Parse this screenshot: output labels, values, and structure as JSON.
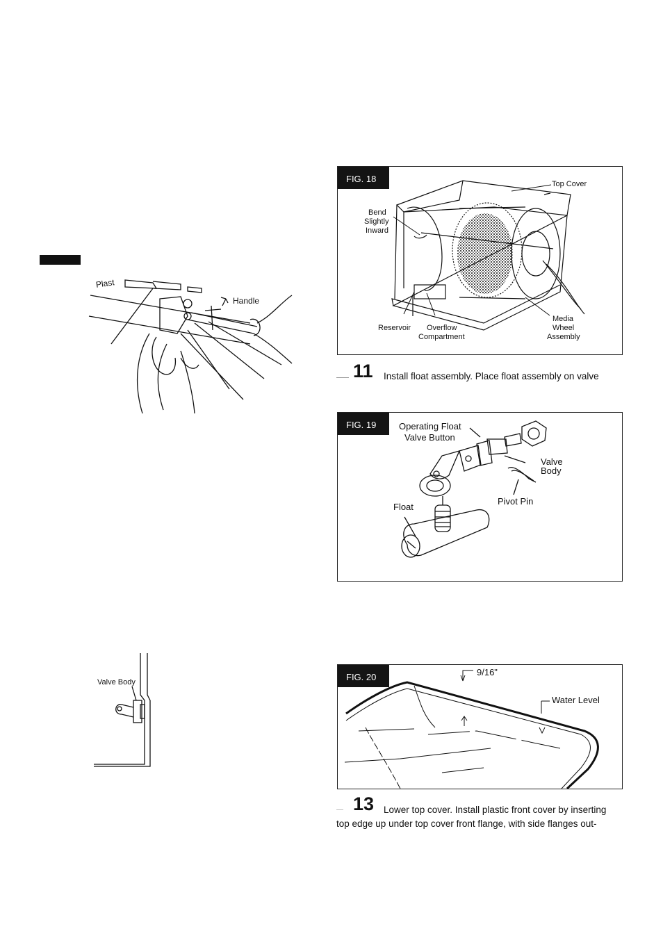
{
  "left_col": {
    "handle_label": "Handle",
    "plastic_label": "Plast",
    "valve_body_label": "Valve Body"
  },
  "fig18": {
    "tag": "FIG. 18",
    "labels": {
      "top_cover": "Top Cover",
      "bend_1": "Bend",
      "bend_2": "Slightly",
      "bend_3": "Inward",
      "reservoir": "Reservoir",
      "overflow_1": "Overflow",
      "overflow_2": "Compartment",
      "media_1": "Media",
      "media_2": "Wheel",
      "media_3": "Assembly"
    }
  },
  "step11": {
    "number": "11",
    "text": "Install float assembly. Place float assembly on valve"
  },
  "fig19": {
    "tag": "FIG. 19",
    "labels": {
      "op_1": "Operating Float",
      "op_2": "Valve Button",
      "valve_1": "Valve",
      "valve_2": "Body",
      "pivot": "Pivot Pin",
      "float": "Float"
    }
  },
  "fig20": {
    "tag": "FIG. 20",
    "labels": {
      "dimension": "9/16\"",
      "water_level": "Water Level"
    }
  },
  "step13": {
    "number": "13",
    "line1": "Lower top cover. Install plastic front cover by inserting",
    "line2": "top edge up under top cover front flange, with side flanges out-"
  }
}
